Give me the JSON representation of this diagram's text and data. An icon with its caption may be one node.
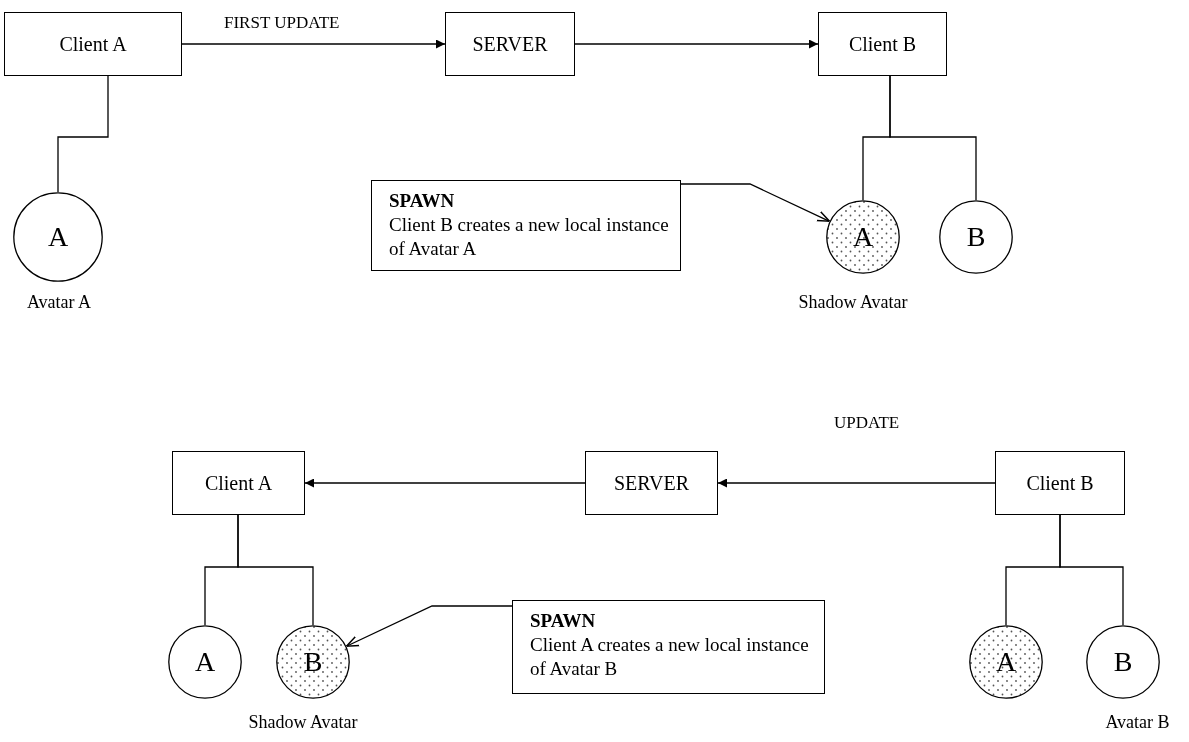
{
  "diagram": {
    "nodes": [
      {
        "text": [
          "Client A"
        ]
      },
      {
        "text": [
          "SERVER"
        ]
      },
      {
        "text": [
          "Client B"
        ]
      },
      {
        "text": [
          "SPAWN",
          "Client B creates a new local instance of Avatar A"
        ]
      },
      {
        "text": [
          "A"
        ],
        "beside": [
          "Avatar A"
        ]
      },
      {
        "text": [
          "A"
        ],
        "beside": [
          "Shadow Avatar"
        ]
      },
      {
        "text": [
          "B"
        ]
      },
      {
        "text": [
          "Client A"
        ]
      },
      {
        "text": [
          "SERVER"
        ]
      },
      {
        "text": [
          "Client B"
        ]
      },
      {
        "text": [
          "SPAWN",
          "Client A creates a new local instance of Avatar B"
        ]
      },
      {
        "text": [
          "A"
        ]
      },
      {
        "text": [
          "B"
        ],
        "beside": [
          "Shadow Avatar"
        ]
      },
      {
        "text": [
          "A"
        ]
      },
      {
        "text": [
          "B"
        ],
        "beside": [
          "Avatar B"
        ]
      }
    ],
    "edges": [
      {
        "from": 0,
        "to": 1,
        "arrow": "to",
        "label": "FIRST UPDATE"
      },
      {
        "from": 1,
        "to": 2,
        "arrow": "to"
      },
      {
        "from": 0,
        "to": 4,
        "arrow": "none"
      },
      {
        "from": 2,
        "to": 5,
        "arrow": "none"
      },
      {
        "from": 2,
        "to": 6,
        "arrow": "none"
      },
      {
        "from": 3,
        "to": 5,
        "arrow": "to"
      },
      {
        "from": 9,
        "to": 8,
        "arrow": "to",
        "label": "UPDATE"
      },
      {
        "from": 8,
        "to": 7,
        "arrow": "to"
      },
      {
        "from": 7,
        "to": 11,
        "arrow": "none"
      },
      {
        "from": 7,
        "to": 12,
        "arrow": "none"
      },
      {
        "from": 10,
        "to": 12,
        "arrow": "to"
      },
      {
        "from": 9,
        "to": 13,
        "arrow": "none"
      },
      {
        "from": 9,
        "to": 14,
        "arrow": "none"
      }
    ]
  }
}
